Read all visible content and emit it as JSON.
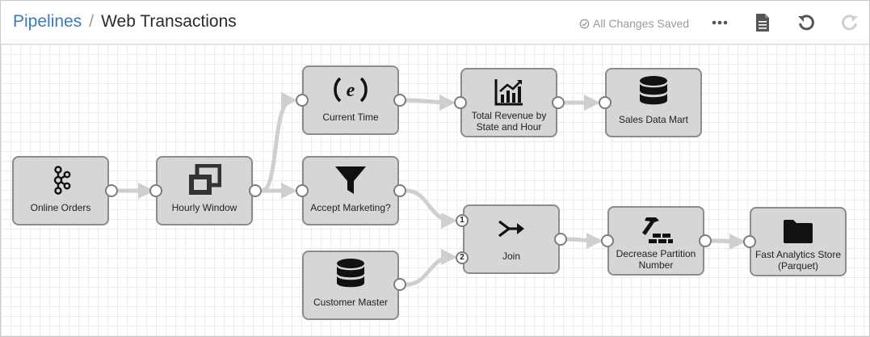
{
  "header": {
    "breadcrumb_root": "Pipelines",
    "separator": "/",
    "pipeline_name": "Web Transactions",
    "save_status": "All Changes Saved"
  },
  "toolbar": {
    "more_icon": "more-icon",
    "notes_icon": "document-icon",
    "undo_icon": "undo-icon",
    "redo_icon": "redo-icon"
  },
  "nodes": {
    "online_orders": {
      "label": "Online Orders",
      "icon": "kafka-icon"
    },
    "hourly_window": {
      "label": "Hourly Window",
      "icon": "window-icon"
    },
    "current_time": {
      "label": "Current Time",
      "icon": "expression-icon"
    },
    "accept_marketing": {
      "label": "Accept Marketing?",
      "icon": "filter-icon"
    },
    "customer_master": {
      "label": "Customer Master",
      "icon": "database-icon"
    },
    "total_revenue": {
      "label": "Total Revenue by State and Hour",
      "icon": "chart-icon"
    },
    "sales_data_mart": {
      "label": "Sales Data Mart",
      "icon": "database-icon"
    },
    "join": {
      "label": "Join",
      "icon": "join-icon",
      "input_1": "1",
      "input_2": "2"
    },
    "decrease_partition": {
      "label": "Decrease Partition Number",
      "icon": "repartition-icon"
    },
    "fast_analytics": {
      "label": "Fast Analytics Store (Parquet)",
      "icon": "folder-icon"
    }
  },
  "colors": {
    "link": "#3a7bbf",
    "node_fill": "#d6d6d6",
    "node_border": "#8c8c8c",
    "edge": "#cfcfcf"
  }
}
